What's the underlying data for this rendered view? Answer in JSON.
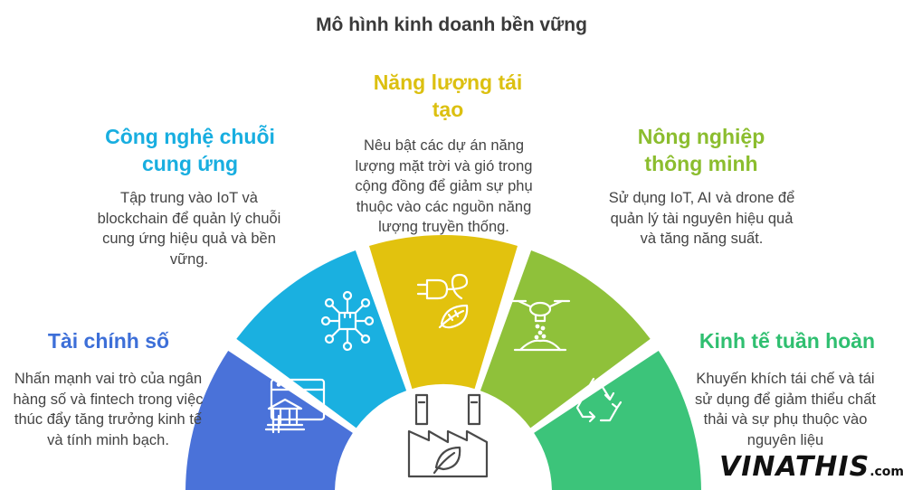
{
  "title": "Mô hình kinh doanh bền vững",
  "segments": [
    {
      "title": "Tài chính số",
      "desc": "Nhấn mạnh vai trò của ngân hàng số và fintech trong việc thúc đẩy tăng trưởng kinh tế và tính minh bạch.",
      "color": "#4a72d9",
      "icon": "bank-browser-icon"
    },
    {
      "title": "Công nghệ chuỗi cung ứng",
      "desc": "Tập trung vào IoT và blockchain để quản lý chuỗi cung ứng hiệu quả và bền vững.",
      "color": "#1ab0e0",
      "icon": "network-box-icon"
    },
    {
      "title": "Năng lượng tái tạo",
      "desc": "Nêu bật các dự án năng lượng mặt trời và gió trong cộng đồng để giảm sự phụ thuộc vào các nguồn năng lượng truyền thống.",
      "color": "#e2c20e",
      "icon": "plug-leaf-icon"
    },
    {
      "title": "Nông nghiệp thông minh",
      "desc": "Sử dụng IoT, AI và drone để quản lý tài nguyên hiệu quả và tăng năng suất.",
      "color": "#8fc13a",
      "icon": "drone-field-icon"
    },
    {
      "title": "Kinh tế tuần hoàn",
      "desc": "Khuyến khích tái chế và tái sử dụng để giảm thiểu chất thải và sự phụ thuộc vào nguyên liệu",
      "color": "#3cc47a",
      "icon": "recycle-icon"
    }
  ],
  "center_icon": "eco-factory-icon",
  "watermark": {
    "text": "VINATHIS",
    "suffix": ".com"
  }
}
